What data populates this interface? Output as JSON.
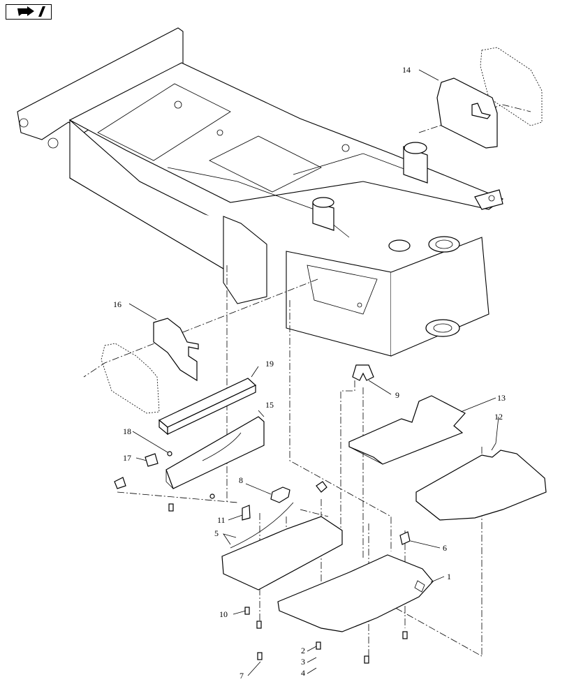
{
  "nav": {
    "icon": "arrow-right-icon"
  },
  "callouts": {
    "c1": "1",
    "c2": "2",
    "c3": "3",
    "c4": "4",
    "c5": "5",
    "c6": "6",
    "c7": "7",
    "c8": "8",
    "c9": "9",
    "c10": "10",
    "c11": "11",
    "c12": "12",
    "c13": "13",
    "c14": "14",
    "c15": "15",
    "c16": "16",
    "c17": "17",
    "c18": "18",
    "c19": "19"
  }
}
